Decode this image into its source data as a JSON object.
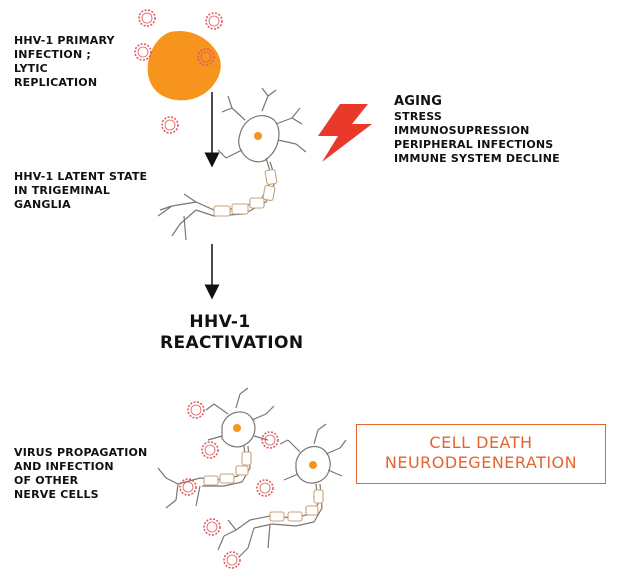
{
  "primary_infection": [
    "HHV-1 PRIMARY",
    "INFECTION ;",
    "LYTIC",
    "REPLICATION"
  ],
  "latent_state": [
    "HHV-1 LATENT STATE",
    "IN TRIGEMINAL",
    "GANGLIA"
  ],
  "triggers": [
    "AGING",
    "STRESS",
    "IMMUNOSUPRESSION",
    "PERIPHERAL INFECTIONS",
    "IMMUNE SYSTEM DECLINE"
  ],
  "reactivation": [
    "HHV-1",
    "REACTIVATION"
  ],
  "propagation": [
    "VIRUS PROPAGATION",
    "AND INFECTION",
    "OF OTHER",
    "NERVE CELLS"
  ],
  "outcome": [
    "CELL DEATH",
    "NEURODEGENERATION"
  ],
  "colors": {
    "orange": "#f7941d",
    "virus": "#e05a5a",
    "bolt": "#e8392b",
    "outcome": "#e6632f"
  }
}
